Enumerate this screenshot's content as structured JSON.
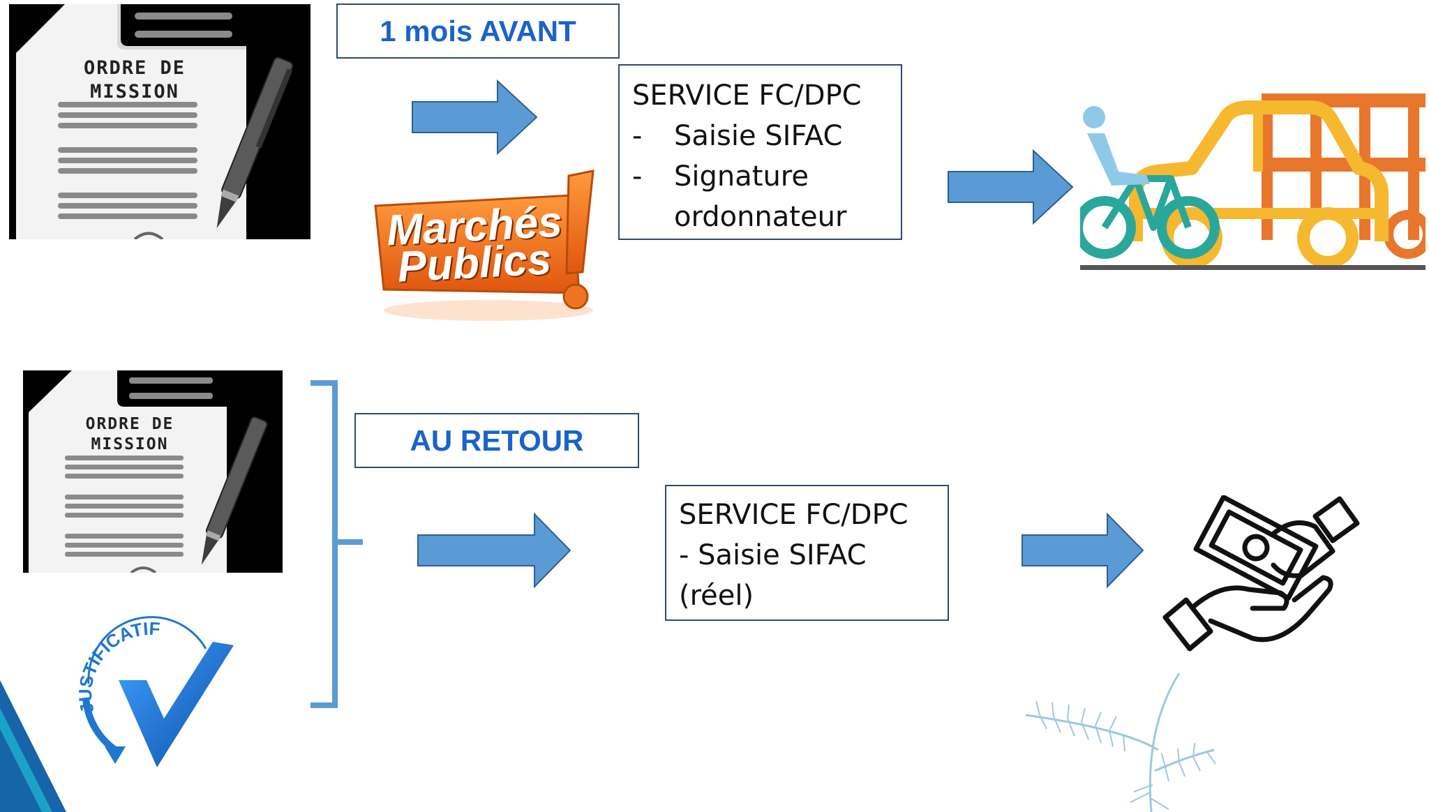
{
  "top": {
    "doc_title_line1": "ORDRE DE",
    "doc_title_line2": "MISSION",
    "timing_label": "1 mois AVANT",
    "marches_line1": "Marchés",
    "marches_line2": "Publics",
    "service": {
      "title": "SERVICE FC/DPC",
      "items": [
        {
          "dash": "-",
          "text": "Saisie SIFAC"
        },
        {
          "dash": "-",
          "text": "Signature"
        },
        {
          "dash": "",
          "text": "ordonnateur"
        }
      ]
    }
  },
  "bottom": {
    "doc_title_line1": "ORDRE DE",
    "doc_title_line2": "MISSION",
    "timing_label": "AU RETOUR",
    "justificatif_text": "JUSTIFICATIF",
    "service": {
      "line1": "SERVICE FC/DPC",
      "line2": "- Saisie SIFAC",
      "line3": "(réel)"
    }
  },
  "colors": {
    "arrow": "#5b9bd5",
    "arrow_stroke": "#2e5f8f",
    "label_text": "#1a63c9",
    "box_border": "#2e4a73",
    "brace": "#5b9bd5",
    "marches_orange": "#f26b1d",
    "check_blue": "#1f77d0",
    "car_yellow": "#f5b82e",
    "bus_orange": "#e8762d",
    "bike_teal": "#2aa79b",
    "palm": "#9cc9de",
    "corner_blue": "#1565a8"
  },
  "icons": [
    "document-icon",
    "pen-icon",
    "arrow-right-icon",
    "marches-publics-badge",
    "transport-icon",
    "justificatif-check-icon",
    "money-hands-icon",
    "palm-leaf-icon"
  ]
}
